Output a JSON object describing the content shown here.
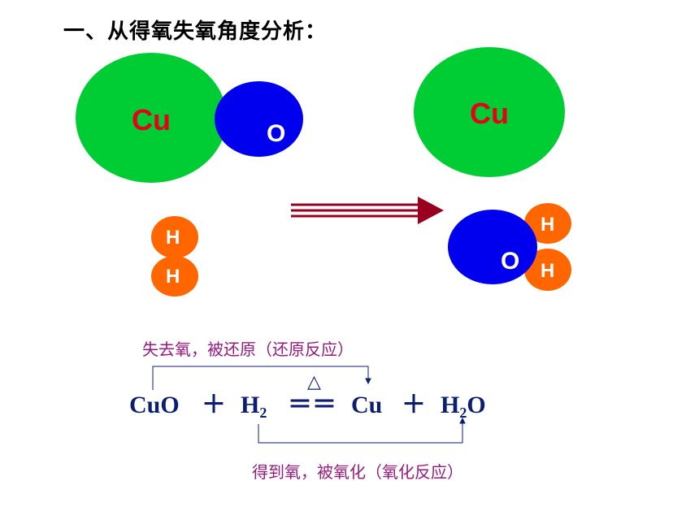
{
  "title": "一、从得氧失氧角度分析：",
  "left": {
    "cu": "Cu",
    "o": "O",
    "h1": "H",
    "h2": "H"
  },
  "right": {
    "cu": "Cu",
    "o": "O",
    "h1": "H",
    "h2": "H"
  },
  "reduction_note": "失去氧，被还原（还原反应）",
  "oxidation_note": "得到氧，被氧化（氧化反应）",
  "heat_symbol": "△",
  "equation": {
    "cuo": "CuO",
    "plus1": "＋",
    "h2_H": "H",
    "h2_sub": "2",
    "equals": "＝＝",
    "cu": "Cu",
    "plus2": "＋",
    "h2o_H": "H",
    "h2o_sub": "2",
    "h2o_O": "O"
  },
  "colors": {
    "copper_atom": "#00cc33",
    "oxygen_atom": "#0000ee",
    "hydrogen_atom": "#ff6600",
    "arrow": "#99001f",
    "note_text": "#99197f",
    "equation_text": "#0a1e72"
  }
}
